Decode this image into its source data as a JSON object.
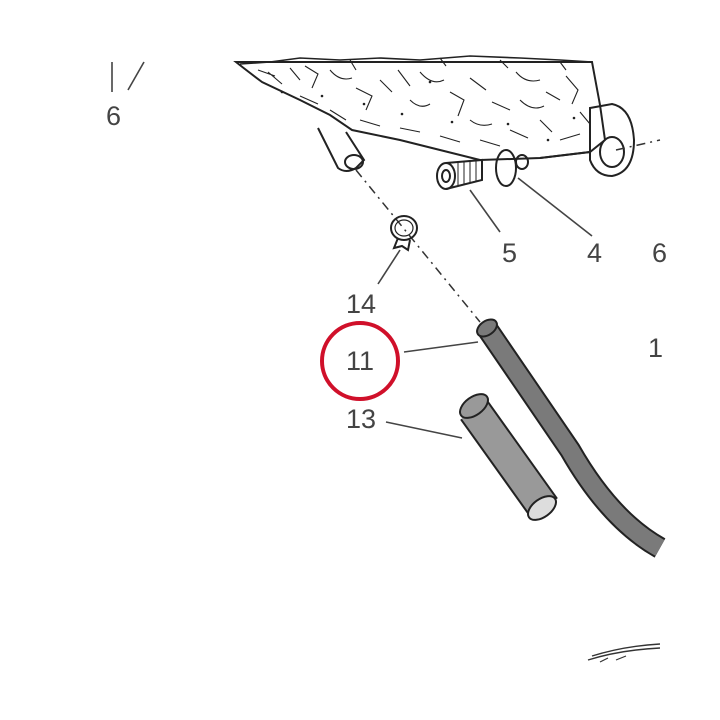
{
  "diagram": {
    "callouts": {
      "c6_left": "6",
      "c5": "5",
      "c4": "4",
      "c6_right": "6",
      "c14": "14",
      "c11": "11",
      "c1": "1",
      "c13": "13"
    },
    "highlight": {
      "target_label": "11",
      "color": "#d0102a"
    },
    "colors": {
      "line": "#222222",
      "tube": "#7a7a7a",
      "sleeve": "#999999",
      "label": "#444444"
    },
    "parts": [
      "frame-bracket",
      "bolt",
      "washer",
      "clip",
      "hose",
      "sleeve"
    ]
  }
}
